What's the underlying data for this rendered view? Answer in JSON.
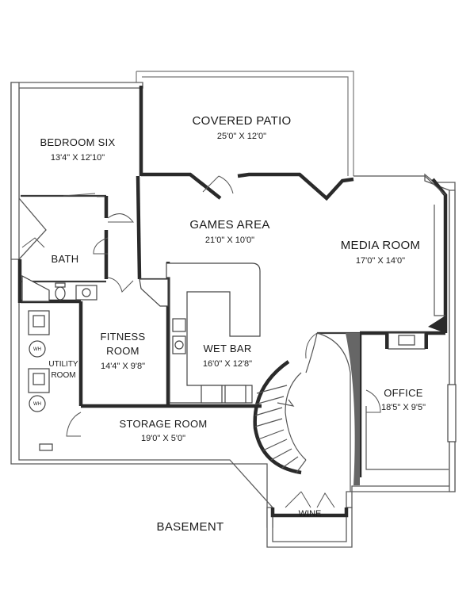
{
  "plan_title": "BASEMENT",
  "rooms": {
    "covered_patio": {
      "name": "COVERED PATIO",
      "dims": "25'0\" X 12'0\""
    },
    "bedroom_six": {
      "name": "BEDROOM SIX",
      "dims": "13'4\" X 12'10\""
    },
    "games_area": {
      "name": "GAMES AREA",
      "dims": "21'0\" X 10'0\""
    },
    "media_room": {
      "name": "MEDIA ROOM",
      "dims": "17'0\" X 14'0\""
    },
    "bath": {
      "name": "BATH"
    },
    "fitness_room": {
      "name_line1": "FITNESS",
      "name_line2": "ROOM",
      "dims": "14'4\" X 9'8\""
    },
    "wet_bar": {
      "name": "WET BAR",
      "dims": "16'0\" X 12'8\""
    },
    "utility_room": {
      "name_line1": "UTILITY",
      "name_line2": "ROOM"
    },
    "office": {
      "name": "OFFICE",
      "dims": "18'5\" X 9'5\""
    },
    "storage_room": {
      "name": "STORAGE ROOM",
      "dims": "19'0\" X 5'0\""
    },
    "wine": {
      "name": "WINE"
    }
  },
  "fixtures": {
    "water_heater_1": "WH",
    "water_heater_2": "WH"
  }
}
